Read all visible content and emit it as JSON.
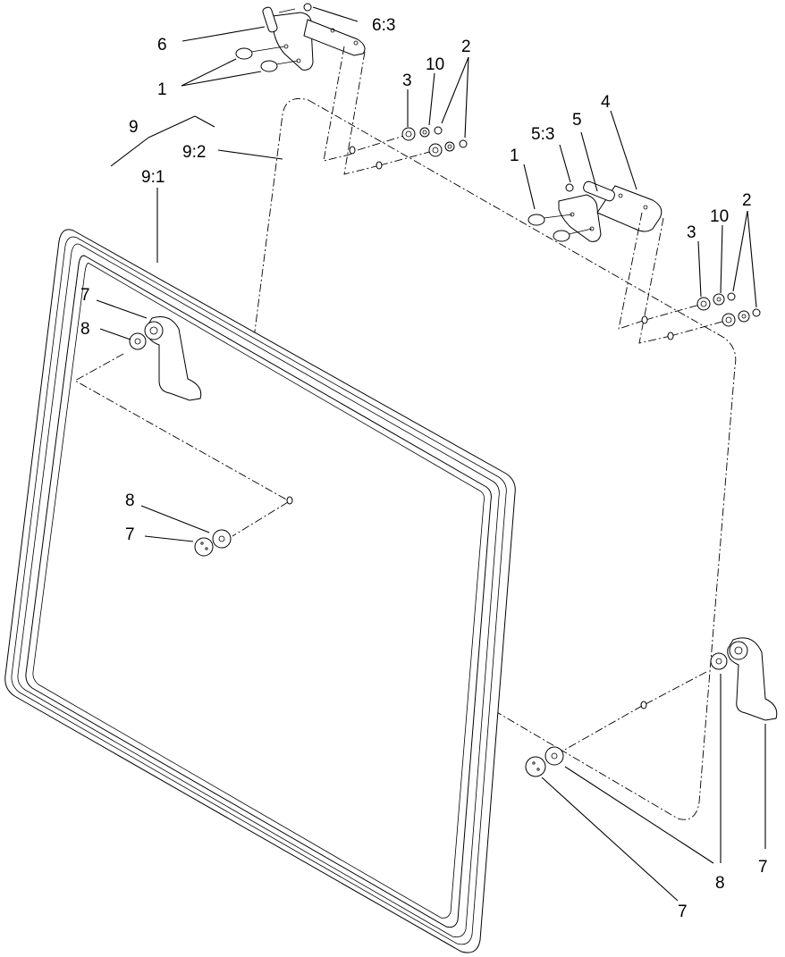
{
  "diagram": {
    "callouts": {
      "c6": "6",
      "c63": "6:3",
      "c1a": "1",
      "c1b": "1",
      "c2a": "2",
      "c2b": "2",
      "c3a": "3",
      "c3b": "3",
      "c10a": "10",
      "c10b": "10",
      "c4": "4",
      "c5": "5",
      "c53": "5:3",
      "c9": "9",
      "c92": "9:2",
      "c91": "9:1",
      "c7a": "7",
      "c7b": "7",
      "c7c": "7",
      "c7d": "7",
      "c8a": "8",
      "c8b": "8",
      "c8c": "8"
    }
  }
}
